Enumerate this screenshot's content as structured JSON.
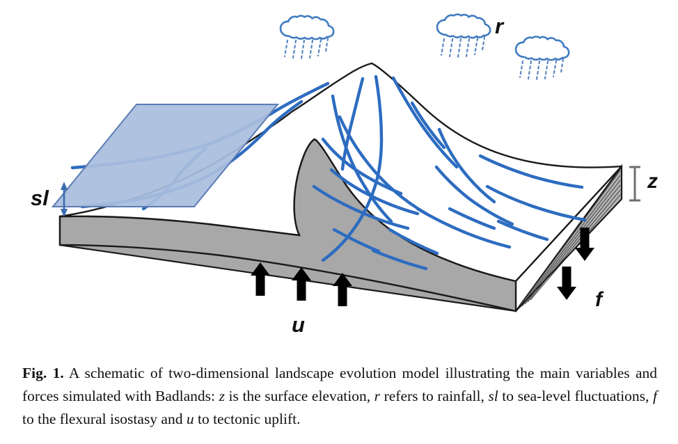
{
  "figure": {
    "label": "Fig. 1.",
    "caption_parts": {
      "lead": "A schematic of two-dimensional landscape evolution model illustrating the main variables and forces simulated with Badlands: ",
      "var_z": "z",
      "after_z": " is the surface elevation, ",
      "var_r": "r",
      "after_r": " refers to rainfall, ",
      "var_sl": "sl",
      "after_sl": " to sea-level fluctuations, ",
      "var_f": "f",
      "after_f": " to the flexural isostasy and ",
      "var_u": "u",
      "after_u": " to tectonic uplift."
    },
    "caption_full": "Fig. 1. A schematic of two-dimensional landscape evolution model illustrating the main variables and forces simulated with Badlands: z is the surface elevation, r refers to rainfall, sl to sea-level fluctuations, f to the flexural isostasy and u to tectonic uplift."
  },
  "diagram": {
    "title": "two-dimensional landscape evolution model schematic",
    "annotations": {
      "rainfall": {
        "symbol": "r",
        "meaning": "rainfall",
        "icon": "rain-cloud-icon",
        "cloud_count": 3
      },
      "elevation": {
        "symbol": "z",
        "meaning": "surface elevation",
        "icon": "vertical-measure-bar-icon"
      },
      "sea_level": {
        "symbol": "sl",
        "meaning": "sea-level fluctuations",
        "icon": "double-headed-vertical-arrow-icon"
      },
      "flexure": {
        "symbol": "f",
        "meaning": "flexural isostasy",
        "icon": "down-arrow-icon",
        "arrow_count": 2,
        "direction": "down"
      },
      "uplift": {
        "symbol": "u",
        "meaning": "tectonic uplift",
        "icon": "up-arrow-icon",
        "arrow_count": 3,
        "direction": "up"
      }
    },
    "elements": {
      "sea_surface": "sea-level-plane",
      "land_surface": "land-top-surface",
      "drainage_network": "river-channel-network",
      "mountain_ridge": "mountain-ridge",
      "stratigraphy": "sediment-layer-stack"
    }
  },
  "colors": {
    "sea_fill": "#a9bddd",
    "sea_stroke": "#5b7bb4",
    "river": "#2d6cc0",
    "cloud": "#3f7ac0",
    "rock_gray": "#a8a8a8",
    "rock_gray_dark": "#8e8e8e",
    "rock_gray_light": "#bdbdbd",
    "outline": "#1a1a1a",
    "arrow_black": "#000000",
    "measure_gray": "#6f6f6f",
    "text": "#111111",
    "background": "#ffffff"
  }
}
